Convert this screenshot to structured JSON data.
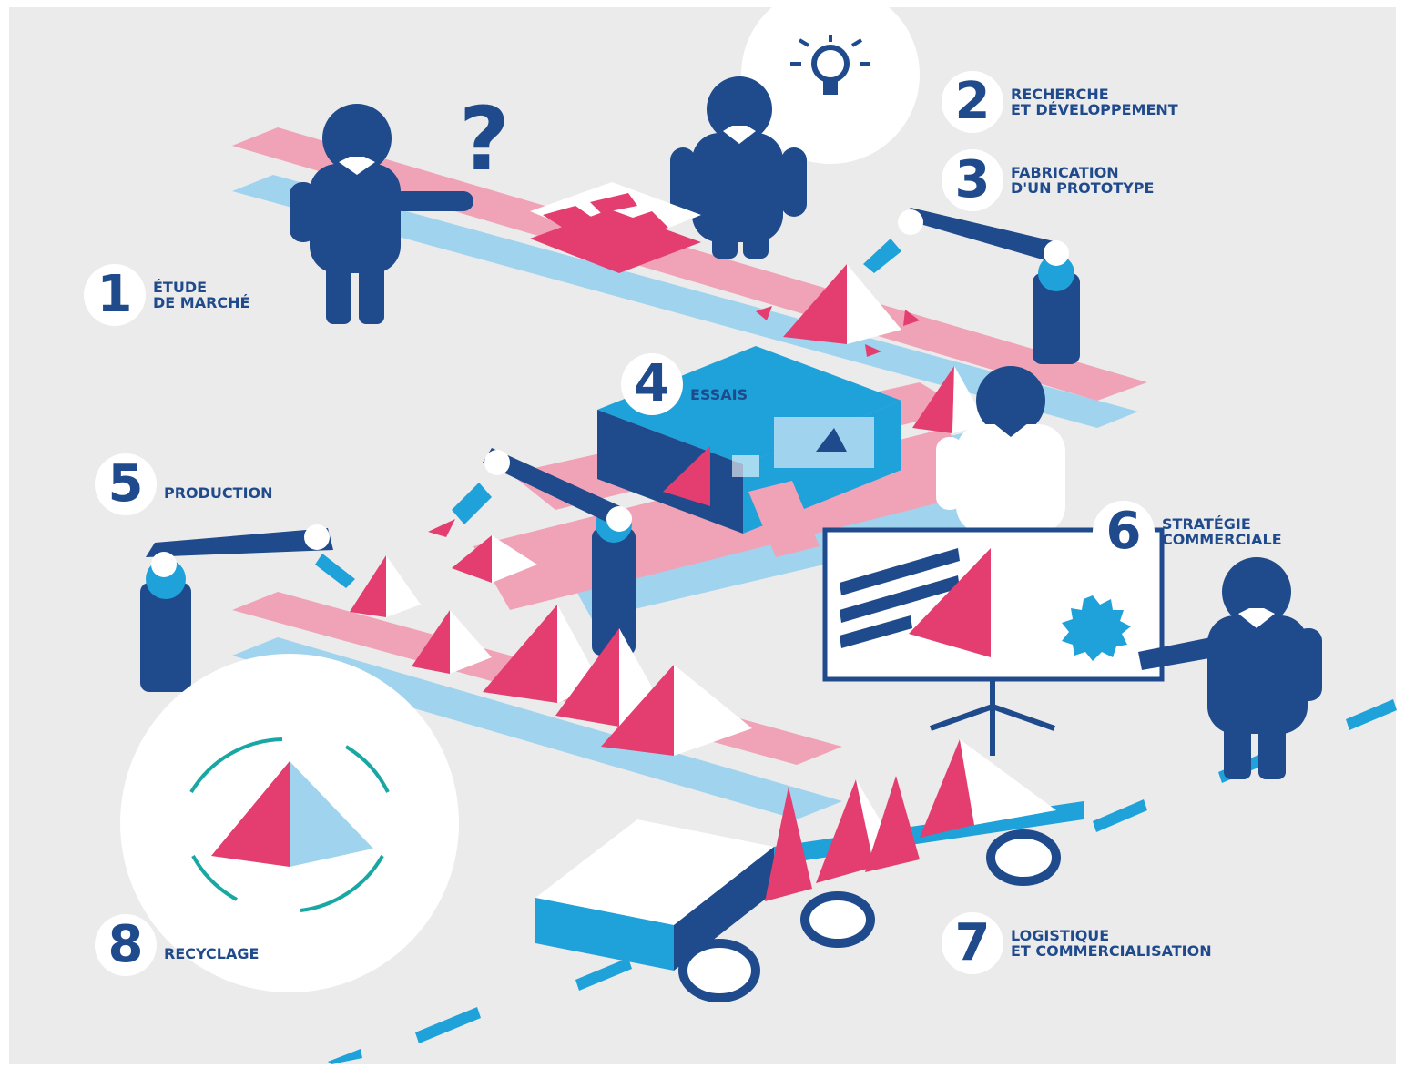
{
  "colors": {
    "background": "#ebebec",
    "navy": "#1f4a8b",
    "pink": "#e43d6f",
    "light_pink": "#f0a3b7",
    "light_blue": "#9fd3ee",
    "cyan": "#1ea2d9",
    "teal": "#19a7a3",
    "white": "#ffffff"
  },
  "icons": [
    "question-mark-icon",
    "lightbulb-icon",
    "recycle-arrows-icon",
    "pyramid-icon",
    "seal-icon"
  ],
  "steps": [
    {
      "number": "1",
      "line1": "ÉTUDE",
      "line2": "DE MARCHÉ"
    },
    {
      "number": "2",
      "line1": "RECHERCHE",
      "line2": "ET DÉVELOPPEMENT"
    },
    {
      "number": "3",
      "line1": "FABRICATION",
      "line2": "D'UN PROTOTYPE"
    },
    {
      "number": "4",
      "line1": "ESSAIS",
      "line2": ""
    },
    {
      "number": "5",
      "line1": "PRODUCTION",
      "line2": ""
    },
    {
      "number": "6",
      "line1": "STRATÉGIE",
      "line2": "COMMERCIALE"
    },
    {
      "number": "7",
      "line1": "LOGISTIQUE",
      "line2": "ET COMMERCIALISATION"
    },
    {
      "number": "8",
      "line1": "RECYCLAGE",
      "line2": ""
    }
  ]
}
